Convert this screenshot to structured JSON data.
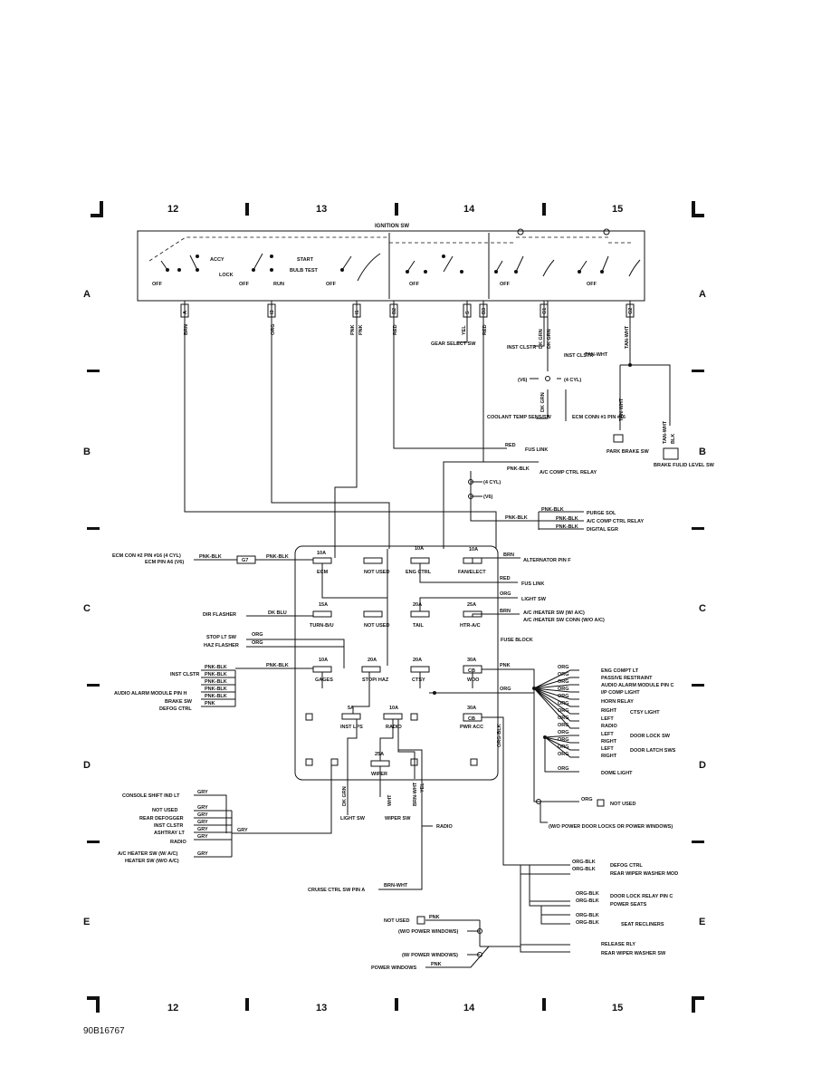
{
  "title": "IGNITION SW",
  "figure_id": "90B16767",
  "zones": [
    "12",
    "13",
    "14",
    "15"
  ],
  "rows": [
    "A",
    "B",
    "C",
    "D",
    "E"
  ],
  "switch": {
    "positions_1": [
      "ACCY",
      "START",
      "LOCK",
      "BULB TEST",
      "OFF",
      "OFF",
      "RUN",
      "OFF"
    ],
    "positions_2": [
      "OFF"
    ],
    "positions_3": [
      "OFF"
    ],
    "positions_4": [
      "OFF"
    ],
    "pins": [
      "A",
      "I3",
      "I1",
      "B2",
      "S",
      "B3",
      "G1",
      "G2"
    ]
  },
  "wires_vertical": [
    "BRN",
    "ORG",
    "PNK",
    "PNK",
    "RED",
    "YEL",
    "RED",
    "DK GRN",
    "DK GRN",
    "TAN-WHT"
  ],
  "labels_top": {
    "gear_select": "GEAR SELECT SW",
    "inst_clstr_1": "INST CLSTR",
    "inst_clstr_2": "INST CLSTR",
    "tan_wht": "TAN-WHT",
    "v6": "(V6)",
    "four_cyl": "(4 CYL)",
    "dk_grn": "DK GRN",
    "coolant": "COOLANT TEMP SENS/SW",
    "ecm_conn": "ECM CONN #1 PIN #16",
    "tan_wht_2": "TAN-WHT",
    "park_brake": "PARK BRAKE SW",
    "blk": "BLK",
    "tan_wht_3": "TAN-WHT",
    "brake_fluid": "BRAKE FULID LEVEL SW",
    "red": "RED",
    "fus_link_1": "FUS LINK",
    "pnk_blk_1": "PNK-BLK",
    "ac_comp_relay": "A/C COMP CTRL RELAY",
    "four_cyl_2": "(4 CYL)",
    "v6_2": "(V6)",
    "pnk_blk_2": "PNK-BLK",
    "pnk_blk_3": "PNK-BLK",
    "pnk_blk_4": "PNK-BLK",
    "pnk_blk_5": "PNK-BLK",
    "purge_sol": "PURGE SOL",
    "ac_comp_relay_2": "A/C COMP CTRL RELAY",
    "digital_egr": "DIGITAL EGR"
  },
  "fuse_block": {
    "label": "FUSE BLOCK",
    "fuses": [
      {
        "amp": "10A",
        "name": "ECM"
      },
      {
        "amp": "",
        "name": "NOT USED"
      },
      {
        "amp": "10A",
        "name": "ENG CTRL"
      },
      {
        "amp": "10A",
        "name": "FAN/ELECT"
      },
      {
        "amp": "15A",
        "name": "TURN-B/U"
      },
      {
        "amp": "",
        "name": "NOT USED"
      },
      {
        "amp": "20A",
        "name": "TAIL"
      },
      {
        "amp": "25A",
        "name": "HTR-A/C"
      },
      {
        "amp": "10A",
        "name": "GAGES"
      },
      {
        "amp": "20A",
        "name": "STOP/ HAZ"
      },
      {
        "amp": "20A",
        "name": "CTSY"
      },
      {
        "amp": "30A",
        "name": "WDO"
      },
      {
        "amp": "5A",
        "name": "INST LPS"
      },
      {
        "amp": "10A",
        "name": "RADIO"
      },
      {
        "amp": "30A",
        "name": "PWR ACC"
      },
      {
        "amp": "25A",
        "name": "WIPER"
      }
    ],
    "cb": "CB"
  },
  "left_labels": {
    "ecm_con": "ECM CON #2 PIN #16 (4 CYL)",
    "ecm_pin": "ECM PIN A6 (V6)",
    "pnk_blk_a": "PNK-BLK",
    "g7": "G7",
    "pnk_blk_b": "PNK-BLK",
    "dir_flasher": "DIR FLASHER",
    "dk_blu": "DK BLU",
    "stop_lt_sw": "STOP LT SW",
    "haz_flasher": "HAZ FLASHER",
    "org_1": "ORG",
    "org_2": "ORG",
    "inst_clstr": "INST CLSTR",
    "audio_alarm": "AUDIO ALARM MODULE PIN H",
    "brake_sw": "BRAKE SW",
    "defog_ctrl": "DEFOG CTRL",
    "pnk_blk_list": [
      "PNK-BLK",
      "PNK-BLK",
      "PNK-BLK",
      "PNK-BLK",
      "PNK-BLK"
    ],
    "pnk": "PNK",
    "pnk_blk_c": "PNK-BLK",
    "console_shift": "CONSOLE SHIFT IND LT",
    "not_used": "NOT USED",
    "rear_defogger": "REAR DEFOGGER",
    "inst_clstr_b": "INST CLSTR",
    "ashtray_lt": "ASHTRAY LT",
    "radio": "RADIO",
    "ac_heater": "A/C HEATER SW (W/ A/C)",
    "heater_sw": "HEATER SW (W/O A/C)",
    "gry_list": [
      "GRY",
      "GRY",
      "GRY",
      "GRY",
      "GRY",
      "GRY",
      "GRY"
    ],
    "gry_main": "GRY",
    "cruise_ctrl": "CRUISE CTRL SW PIN A",
    "brn_wht": "BRN-WHT",
    "light_sw": "LIGHT SW",
    "wiper_sw": "WIPER SW",
    "radio_2": "RADIO",
    "dk_grn": "DK GRN",
    "wht": "WHT",
    "brn_wht_2": "BRN-WHT",
    "yel": "YEL"
  },
  "right_labels": {
    "brn": "BRN",
    "alternator": "ALTERNATOR PIN F",
    "red": "RED",
    "fus_link": "FUS LINK",
    "org": "ORG",
    "light_sw": "LIGHT SW",
    "brn_2": "BRN",
    "ac_heater_sw": "A/C /HEATER SW (W/ A/C)",
    "ac_heater_conn": "A/C /HEATER SW CONN (W/O A/C)",
    "pnk": "PNK",
    "org_2": "ORG",
    "org_blk": "ORG-BLK",
    "org_list": [
      "ORG",
      "ORG",
      "ORG",
      "ORG",
      "ORG",
      "ORG",
      "ORG",
      "ORG",
      "ORG",
      "ORG",
      "ORG",
      "ORG",
      "ORG",
      "ORG"
    ],
    "eng_compt_lt": "ENG COMPT LT",
    "passive_restraint": "PASSIVE RESTRAINT",
    "audio_alarm_c": "AUDIO ALARM MODULE PIN C",
    "ip_comp_light": "I/P COMP LIGHT",
    "horn_relay": "HORN RELAY",
    "right": "RIGHT",
    "left": "LEFT",
    "ctsy_light": "CTSY LIGHT",
    "radio": "RADIO",
    "left_2": "LEFT",
    "right_2": "RIGHT",
    "door_lock_sw": "DOOR LOCK SW",
    "left_3": "LEFT",
    "right_3": "RIGHT",
    "door_latch": "DOOR LATCH SWS",
    "dome_light": "DOME LIGHT",
    "org_3": "ORG",
    "not_used": "NOT USED",
    "wo_power": "(W/O POWER DOOR LOCKS OR POWER WINDOWS)",
    "org_blk_list": [
      "ORG-BLK",
      "ORG-BLK",
      "ORG-BLK",
      "ORG-BLK",
      "ORG-BLK",
      "ORG-BLK"
    ],
    "defog_ctrl": "DEFOG CTRL",
    "rear_wiper_mod": "REAR WIPER WASHER MOD",
    "door_lock_relay": "DOOR LOCK RELAY PIN C",
    "power_seats": "POWER SEATS",
    "seat_recliners": "SEAT RECLINERS",
    "release_rly": "RELEASE RLY",
    "rear_wiper_sw": "REAR WIPER WASHER SW",
    "not_used_2": "NOT USED",
    "pnk_2": "PNK",
    "wo_power_windows": "(W/O POWER WINDOWS)",
    "w_power_windows": "(W/ POWER WINDOWS)",
    "power_windows": "POWER WINDOWS",
    "pnk_3": "PNK"
  }
}
